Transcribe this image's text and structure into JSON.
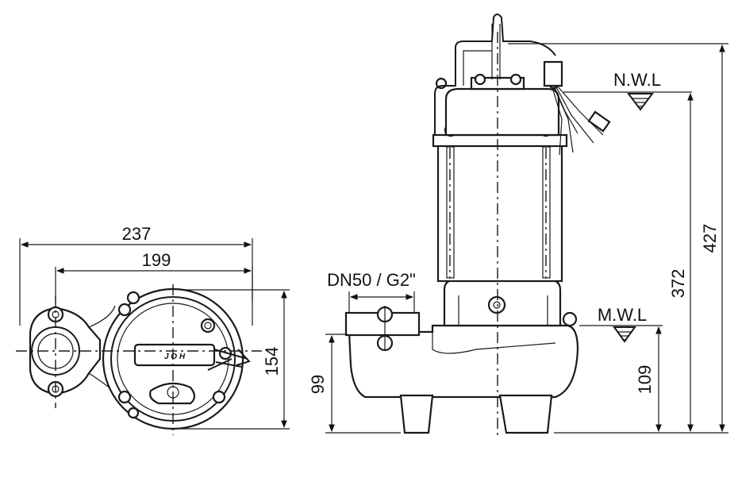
{
  "dimensions": {
    "width_237": "237",
    "width_199": "199",
    "depth_154": "154",
    "outlet": "DN50 / G2\"",
    "height_427": "427",
    "height_372": "372",
    "height_109": "109",
    "height_99": "99"
  },
  "levels": {
    "nwl": "N.W.L",
    "mwl": "M.W.L"
  },
  "nameplate": "J O H"
}
